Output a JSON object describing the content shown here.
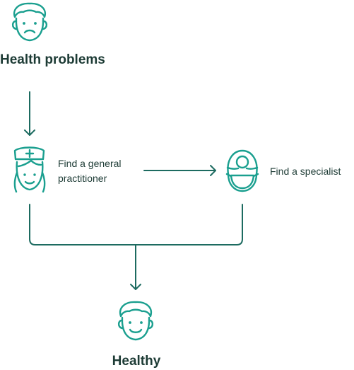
{
  "nodes": {
    "start": {
      "label": "Health problems",
      "icon": "sad-person-icon"
    },
    "general_practitioner": {
      "label": "Find a general practitioner",
      "icon": "nurse-icon"
    },
    "specialist": {
      "label": "Find a specialist",
      "icon": "doctor-head-mirror-icon"
    },
    "end": {
      "label": "Healthy",
      "icon": "happy-person-icon"
    }
  },
  "colors": {
    "icon_stroke": "#1a9f8f",
    "connector": "#1d6b60",
    "text": "#1d3b35"
  }
}
